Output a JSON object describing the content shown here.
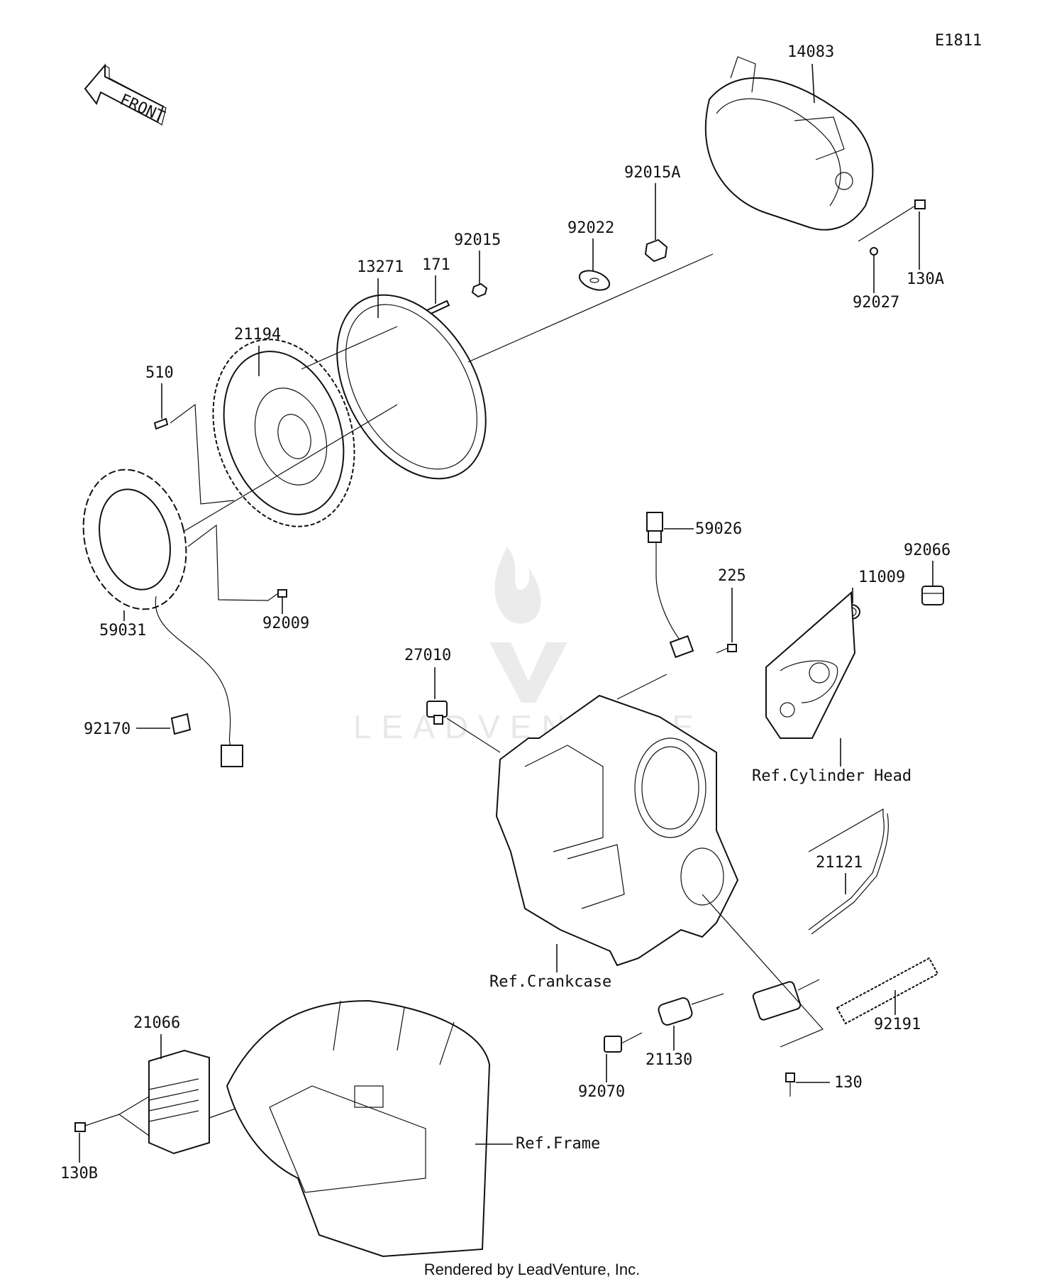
{
  "diagram_code": "E1811",
  "front_label": "FRONT",
  "watermark_text": "LEADVENTURE",
  "footer": "Rendered by LeadVenture, Inc.",
  "parts": {
    "p14083": "14083",
    "p92015A": "92015A",
    "p92022": "92022",
    "p92015": "92015",
    "p171": "171",
    "p13271": "13271",
    "p21194": "21194",
    "p510": "510",
    "p130A": "130A",
    "p92027": "92027",
    "p59026": "59026",
    "p225": "225",
    "p92066": "92066",
    "p11009": "11009",
    "p59031": "59031",
    "p92009": "92009",
    "p27010": "27010",
    "p92170": "92170",
    "p21121": "21121",
    "p92191": "92191",
    "p21130": "21130",
    "p92070": "92070",
    "p130": "130",
    "p21066": "21066",
    "p130B": "130B"
  },
  "refs": {
    "cylinder_head": "Ref.Cylinder Head",
    "crankcase": "Ref.Crankcase",
    "frame": "Ref.Frame"
  }
}
